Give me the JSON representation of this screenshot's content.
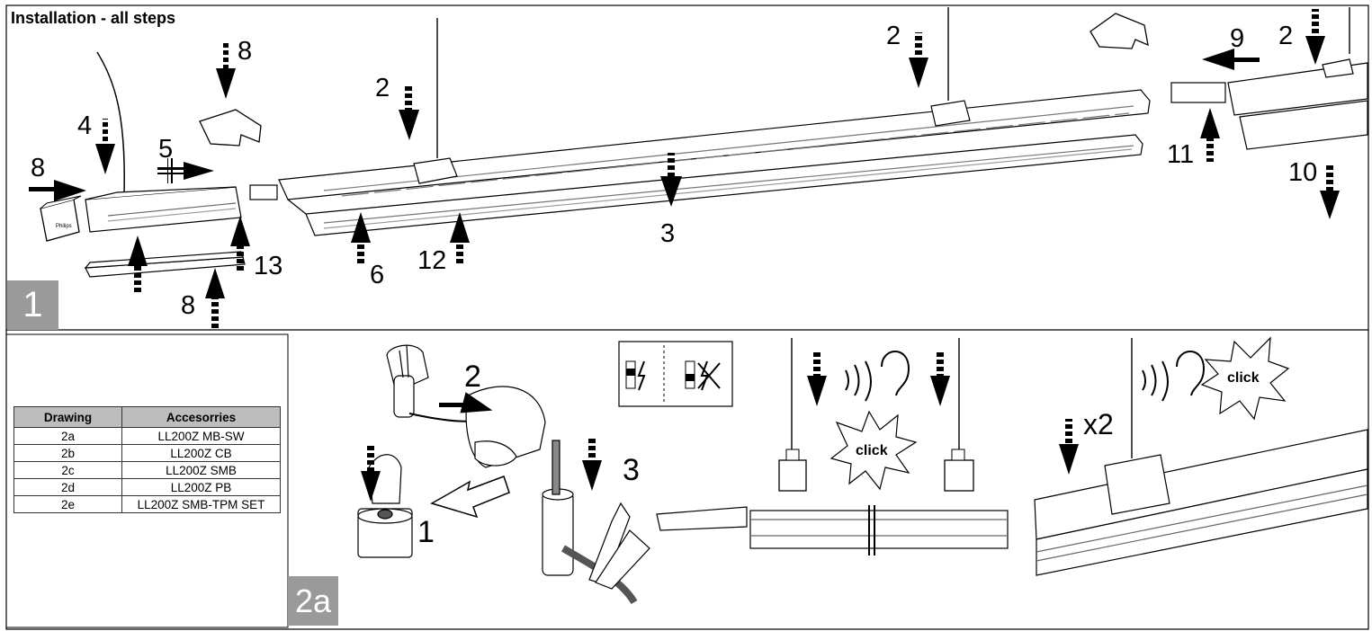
{
  "title": "Installation - all steps",
  "panel1_badge": "1",
  "panel2_badge": "2a",
  "steps_panel1": [
    "8",
    "4",
    "5",
    "8",
    "13",
    "8",
    "2",
    "6",
    "12",
    "3",
    "2",
    "9",
    "2",
    "11",
    "10"
  ],
  "steps_panel2": [
    "2",
    "1",
    "3"
  ],
  "click_labels": [
    "click",
    "click"
  ],
  "multiplier": "x2",
  "accessories_table": {
    "headers": [
      "Drawing",
      "Accesorries"
    ],
    "rows": [
      [
        "2a",
        "LL200Z MB-SW"
      ],
      [
        "2b",
        "LL200Z CB"
      ],
      [
        "2c",
        "LL200Z SMB"
      ],
      [
        "2d",
        "LL200Z PB"
      ],
      [
        "2e",
        "LL200Z SMB-TPM SET"
      ]
    ]
  }
}
